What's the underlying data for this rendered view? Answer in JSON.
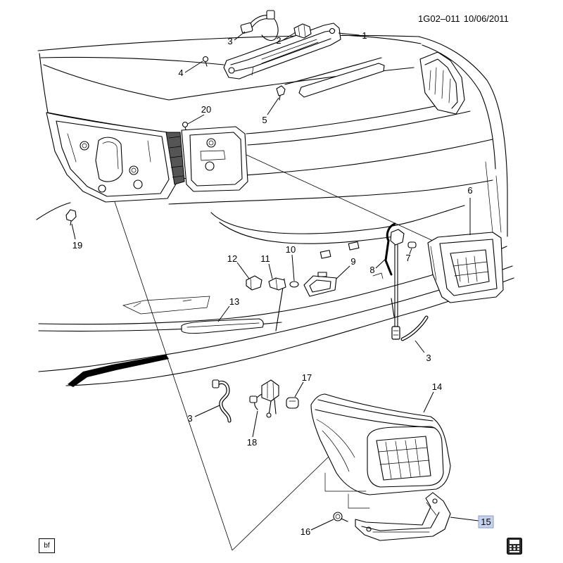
{
  "header": {
    "diagram_id": "1G02–011",
    "date": "10/06/2011"
  },
  "callouts": [
    {
      "label": "1"
    },
    {
      "label": "2"
    },
    {
      "label": "3"
    },
    {
      "label": "4"
    },
    {
      "label": "5"
    },
    {
      "label": "20"
    },
    {
      "label": "6"
    },
    {
      "label": "19"
    },
    {
      "label": "12"
    },
    {
      "label": "11"
    },
    {
      "label": "10"
    },
    {
      "label": "9"
    },
    {
      "label": "8"
    },
    {
      "label": "7"
    },
    {
      "label": "13"
    },
    {
      "label": "3"
    },
    {
      "label": "14"
    },
    {
      "label": "17"
    },
    {
      "label": "3"
    },
    {
      "label": "18"
    },
    {
      "label": "16"
    },
    {
      "label": "15",
      "highlighted": true
    }
  ],
  "footer": {
    "view_code": "bf",
    "icon": "document-icon"
  },
  "colors": {
    "line": "#000000",
    "highlight": "#c6d2ec"
  }
}
